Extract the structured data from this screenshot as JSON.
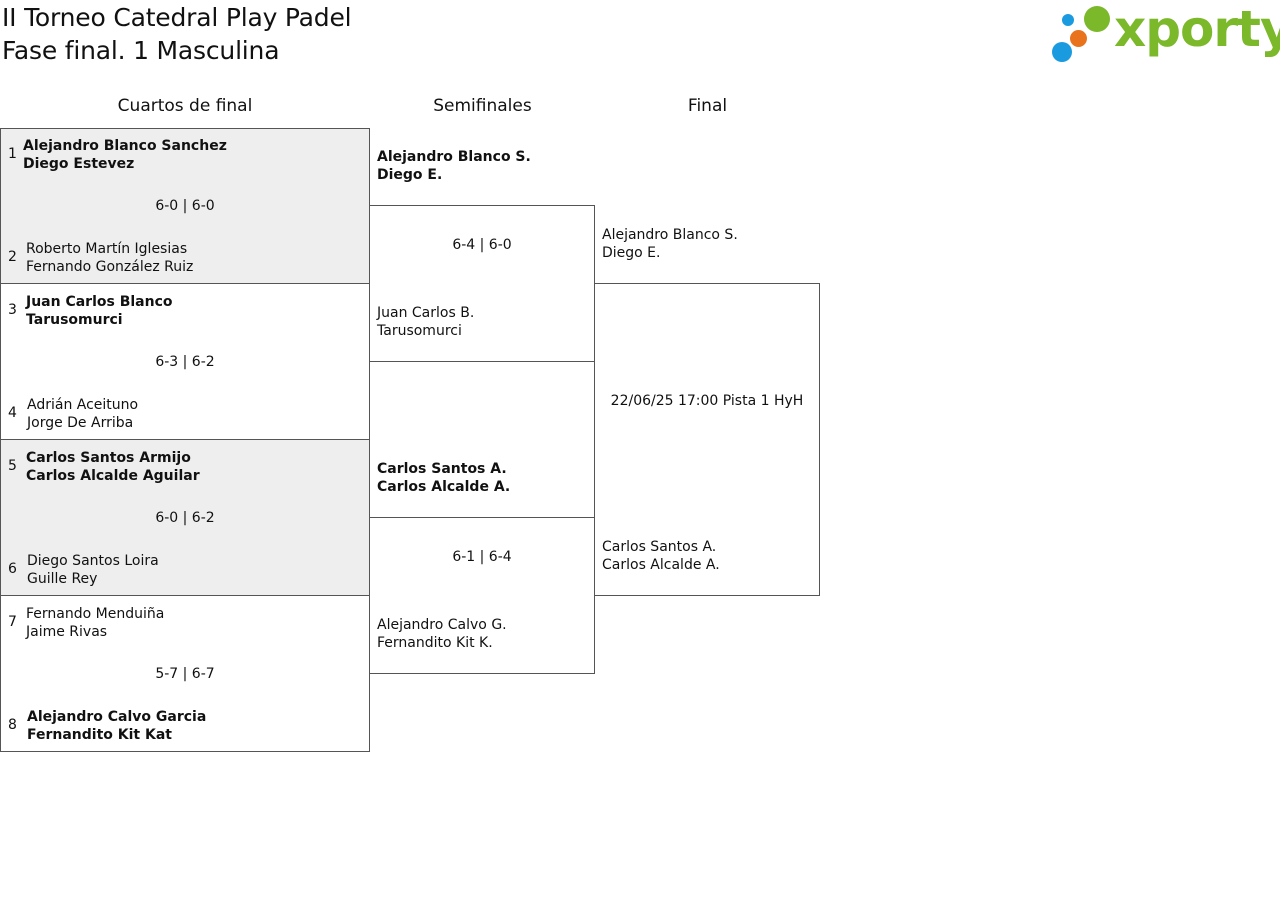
{
  "title_line1": "II Torneo Catedral Play Padel",
  "title_line2": "Fase final. 1 Masculina",
  "logo": {
    "text": "xporty",
    "colors": {
      "blue": "#1a9be0",
      "orange": "#e8731c",
      "green": "#7bb82a"
    }
  },
  "headers": {
    "quarterfinals": "Cuartos de final",
    "semifinals": "Semifinales",
    "final": "Final"
  },
  "quarterfinals": [
    {
      "team_a": {
        "seed": "1",
        "p1": "Alejandro Blanco Sanchez",
        "p2": "Diego Estevez",
        "winner": true
      },
      "team_b": {
        "seed": "2",
        "p1": "Roberto Martín Iglesias",
        "p2": "Fernando González Ruiz",
        "winner": false
      },
      "score": "6-0 | 6-0"
    },
    {
      "team_a": {
        "seed": "3",
        "p1": "Juan Carlos Blanco",
        "p2": "Tarusomurci",
        "winner": true
      },
      "team_b": {
        "seed": "4",
        "p1": "Adrián Aceituno",
        "p2": "Jorge De Arriba",
        "winner": false
      },
      "score": "6-3 | 6-2"
    },
    {
      "team_a": {
        "seed": "5",
        "p1": "Carlos Santos Armijo",
        "p2": "Carlos Alcalde Aguilar",
        "winner": true
      },
      "team_b": {
        "seed": "6",
        "p1": "Diego Santos Loira",
        "p2": "Guille Rey",
        "winner": false
      },
      "score": "6-0 | 6-2"
    },
    {
      "team_a": {
        "seed": "7",
        "p1": "Fernando Menduiña",
        "p2": "Jaime Rivas",
        "winner": false
      },
      "team_b": {
        "seed": "8",
        "p1": "Alejandro Calvo Garcia",
        "p2": "Fernandito Kit Kat",
        "winner": true
      },
      "score": "5-7 | 6-7"
    }
  ],
  "semifinals": [
    {
      "team_a": {
        "p1": "Alejandro Blanco S.",
        "p2": "Diego E.",
        "winner": true
      },
      "team_b": {
        "p1": "Juan Carlos B.",
        "p2": "Tarusomurci",
        "winner": false
      },
      "score": "6-4 | 6-0"
    },
    {
      "team_a": {
        "p1": "Carlos Santos A.",
        "p2": "Carlos Alcalde A.",
        "winner": true
      },
      "team_b": {
        "p1": "Alejandro Calvo G.",
        "p2": "Fernandito Kit K.",
        "winner": false
      },
      "score": "6-1 | 6-4"
    }
  ],
  "final": {
    "team_a": {
      "p1": "Alejandro Blanco S.",
      "p2": "Diego E."
    },
    "team_b": {
      "p1": "Carlos Santos A.",
      "p2": "Carlos Alcalde A."
    },
    "schedule": "22/06/25 17:00 Pista 1 HyH"
  }
}
